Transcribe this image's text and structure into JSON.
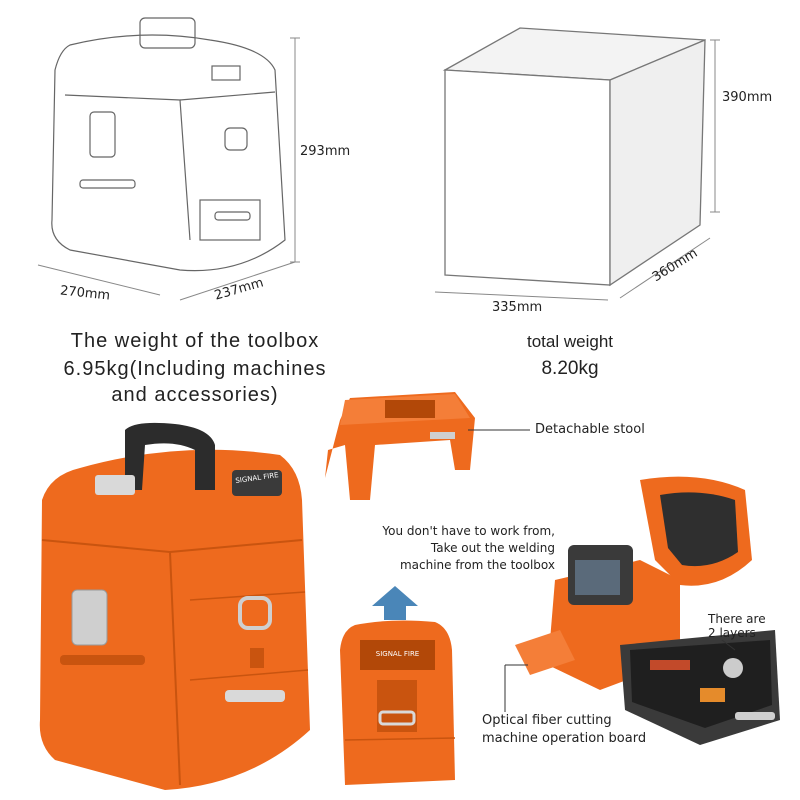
{
  "dimensions": {
    "toolbox_height": "293mm",
    "toolbox_width": "270mm",
    "toolbox_depth": "237mm",
    "box_height": "390mm",
    "box_width": "335mm",
    "box_depth": "360mm"
  },
  "captions": {
    "toolbox_weight_line1": "The weight of the toolbox",
    "toolbox_weight_line2": "6.95kg(Including machines",
    "toolbox_weight_line3": "and accessories)",
    "total_weight_label": "total weight",
    "total_weight_value": "8.20kg"
  },
  "callouts": {
    "stool": "Detachable stool",
    "work_line1": "You don't have to work from,",
    "work_line2": "Take out the welding",
    "work_line3": "machine from the toolbox",
    "layers_line1": "There are",
    "layers_line2": "2 layers",
    "board_line1": "Optical fiber cutting",
    "board_line2": "machine operation board"
  },
  "brand": "SIGNAL FIRE",
  "colors": {
    "orange": "#ee6a1e",
    "orange_dark": "#c9540f",
    "arrow": "#4a86b8",
    "sketch": "#555555"
  }
}
